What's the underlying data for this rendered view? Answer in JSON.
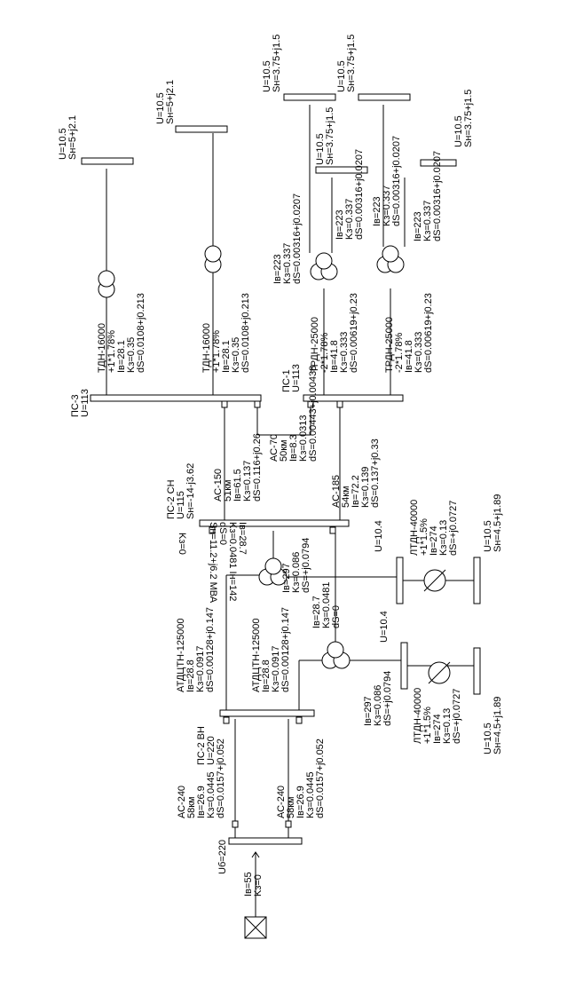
{
  "source": {
    "voltage": "Uб=220",
    "current": "Iв=55",
    "kz": "Kз=0"
  },
  "lines_220": [
    [
      "АС-240",
      "58км",
      "Iв=26.9",
      "Kз=0.0445",
      "dS=0.0157+j0.052"
    ],
    [
      "АС-240",
      "58км",
      "Iв=26.9",
      "Kз=0.0445",
      "dS=0.0157+j0.052"
    ]
  ],
  "ps2_vn": {
    "name": "ПС-2 ВН",
    "voltage": "U=220"
  },
  "atdc": [
    [
      "АТДЦТН-125000",
      "Iв=28.8",
      "Kз=0.0917",
      "dS=0.00128+j0.147"
    ],
    [
      "АТДЦТН-125000",
      "Iв=28.8",
      "Kз=0.0917",
      "dS=0.00128+j0.147"
    ]
  ],
  "atdc_lv_left": [
    "Iв=297",
    "Kз=0.086",
    "dS=+j0.0794"
  ],
  "atdc_mv_left": [
    "Iв=28.7",
    "Kз=0.0481",
    "dS=0"
  ],
  "atdc_flipped": [
    "Iв=28.7",
    "Kз=0.0481 Iн=142",
    "dS=0",
    "Sн=11.2+j6.2 МВА",
    "Kз=0"
  ],
  "atdc_mid": [
    "Iв=297",
    "Kз=0.086",
    "dS=+j0.0794"
  ],
  "ps2_ch": {
    "name": "ПС-2 СН",
    "voltage": "U=115",
    "load": "Sн=-14-j3.62"
  },
  "ltdn_buses": [
    "U=10.4",
    "U=10.4"
  ],
  "ltdn_upper": [
    "ЛТДН-40000",
    "+1*1.5%",
    "Iв=274",
    "Kз=0.13",
    "dS=+j0.0727"
  ],
  "ltdn_lower": [
    "ЛТДН-40000",
    "+1*1.5%",
    "Iв=274",
    "Kз=0.13",
    "dS=+j0.0727"
  ],
  "ltdn_loads": [
    {
      "voltage": "U=10.5",
      "load": "Sн=4.5+j1.89"
    },
    {
      "voltage": "U=10.5",
      "load": "Sн=4.5+j1.89"
    }
  ],
  "line_ac150": [
    "АС-150",
    "51км",
    "Iв=61.5",
    "Kз=0.137",
    "dS=0.116+j0.26"
  ],
  "line_ac70": [
    "АС-70",
    "50км",
    "Iв=8.3",
    "Kз=0.0313",
    "dS=0.00443+j0.00438"
  ],
  "line_ac185": [
    "АС-185",
    "54км",
    "Iв=72.2",
    "Kз=0.139",
    "dS=0.137+j0.33"
  ],
  "ps3": {
    "name": "ПС-3",
    "voltage": "U=113"
  },
  "ps1": {
    "name": "ПС-1",
    "voltage": "U=113"
  },
  "tdn": [
    [
      "ТДН-16000",
      "+1*1.78%",
      "Iв=28.1",
      "Kз=0.35",
      "dS=0.0108+j0.213"
    ],
    [
      "ТДН-16000",
      "+1*1.78%",
      "Iв=28.1",
      "Kз=0.35",
      "dS=0.0108+j0.213"
    ]
  ],
  "trdn": [
    [
      "ТРДН-25000",
      "-2*1.78%",
      "Iв=41.8",
      "Kз=0.333",
      "dS=0.00619+j0.23"
    ],
    [
      "ТРДН-25000",
      "-2*1.78%",
      "Iв=41.8",
      "Kз=0.333",
      "dS=0.00619+j0.23"
    ]
  ],
  "trdn_lv": [
    [
      "Iв=223",
      "Kз=0.337",
      "dS=0.00316+j0.0207"
    ],
    [
      "Iв=223",
      "Kз=0.337",
      "dS=0.00316+j0.0207"
    ],
    [
      "Iв=223",
      "Kз=0.337",
      "dS=0.00316+j0.0207"
    ],
    [
      "Iв=223",
      "Kз=0.337",
      "dS=0.00316+j0.0207"
    ]
  ],
  "loads_top": [
    {
      "voltage": "U=10.5",
      "load": "Sн=5+j2.1"
    },
    {
      "voltage": "U=10.5",
      "load": "Sн=5+j2.1"
    },
    {
      "voltage": "U=10.5",
      "load": "Sн=3.75+j1.5"
    },
    {
      "voltage": "U=10.5",
      "load": "Sн=3.75+j1.5"
    },
    {
      "voltage": "U=10.5",
      "load": "Sн=3.75+j1.5"
    },
    {
      "voltage": "U=10.5",
      "load": "Sн=3.75+j1.5"
    }
  ]
}
